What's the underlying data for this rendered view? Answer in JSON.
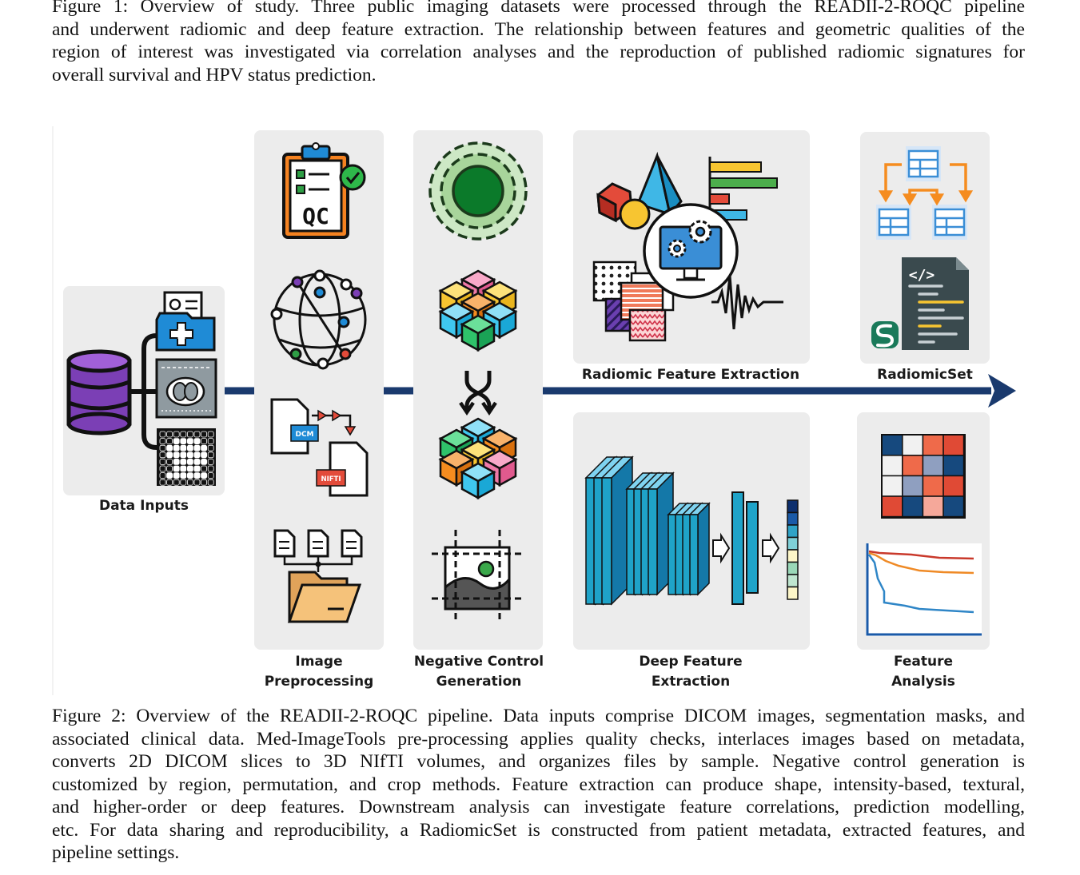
{
  "top_caption": {
    "lines": [
      "Figure 1: Overview of study. Three public imaging datasets were processed through the READII-2-ROQC pipeline",
      "and underwent radiomic and deep feature extraction. The relationship between features and geometric qualities of the",
      "region of interest was investigated via correlation analyses and the reproduction of published radiomic signatures for",
      "overall survival and HPV status prediction."
    ]
  },
  "figure": {
    "labels": {
      "data_inputs": "Data Inputs",
      "image_preprocessing_1": "Image",
      "image_preprocessing_2": "Preprocessing",
      "negative_control_1": "Negative Control",
      "negative_control_2": "Generation",
      "radiomic_feature_extraction": "Radiomic Feature Extraction",
      "radiomicset": "RadiomicSet",
      "deep_feature_1": "Deep Feature",
      "deep_feature_2": "Extraction",
      "feature_analysis_1": "Feature",
      "feature_analysis_2": "Analysis"
    },
    "icon_text": {
      "qc": "QC",
      "dcm": "DCM",
      "nifti": "NIFTI",
      "code": "</>"
    },
    "mask_grid": [
      "00000000",
      "00111100",
      "01111110",
      "01111110",
      "00111110",
      "00111100",
      "01111110",
      "00000000"
    ],
    "colors": {
      "panel": "#ececec",
      "arrow": "#1a3a6e",
      "purple": "#7b3fb5",
      "teal": "#1fa3c8",
      "green": "#0b7a2a",
      "orange": "#f5a623",
      "red": "#e34b3a"
    }
  },
  "bottom_caption": {
    "lines": [
      "Figure 2: Overview of the READII-2-ROQC pipeline. Data inputs comprise DICOM images, segmentation masks, and",
      "associated clinical data. Med-ImageTools pre-processing applies quality checks, interlaces images based on metadata,",
      "converts 2D DICOM slices to 3D NIfTI volumes, and organizes files by sample. Negative control generation is",
      "customized by region, permutation, and crop methods. Feature extraction can produce shape, intensity-based, textural,",
      "and higher-order or deep features. Downstream analysis can investigate feature correlations, prediction modelling,",
      "etc. For data sharing and reproducibility, a RadiomicSet is constructed from patient metadata, extracted features, and",
      "pipeline settings."
    ]
  }
}
